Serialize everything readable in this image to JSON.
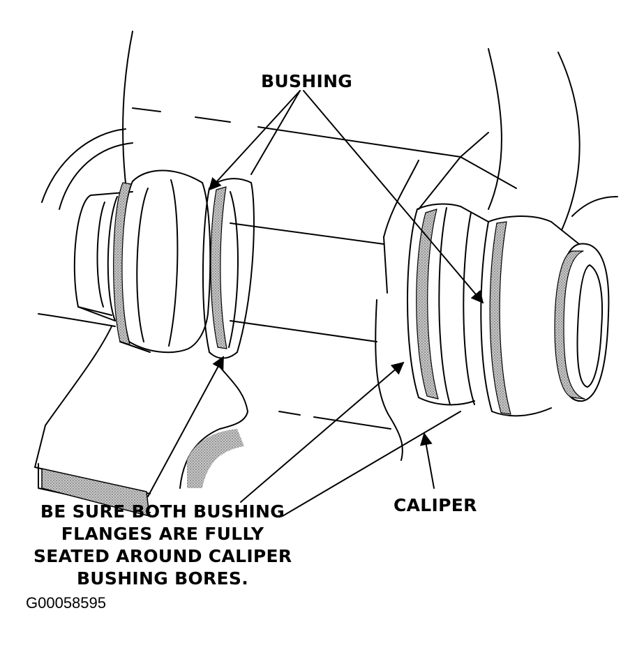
{
  "labels": {
    "bushing": "BUSHING",
    "caliper": "CALIPER",
    "note_lines": [
      "BE SURE BOTH BUSHING",
      "FLANGES ARE FULLY",
      "SEATED AROUND CALIPER",
      "BUSHING BORES."
    ]
  },
  "figure_id": "G00058595",
  "colors": {
    "ink": "#000000",
    "paper": "#ffffff",
    "shading": "#9a9a9a"
  }
}
